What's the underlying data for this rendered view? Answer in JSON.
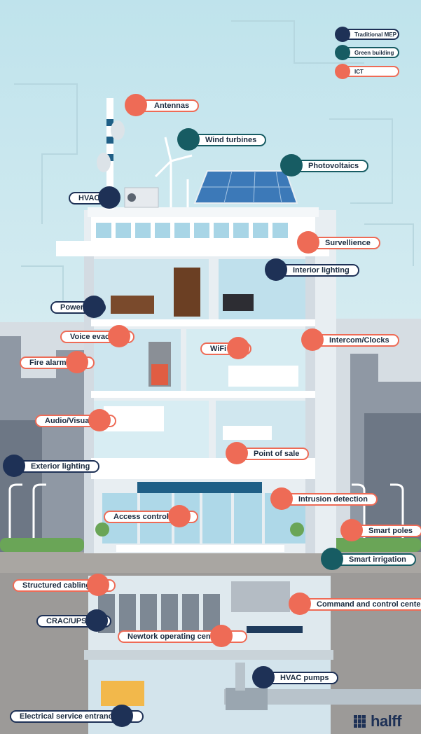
{
  "legend": [
    {
      "label": "Traditional MEP",
      "category": "mep"
    },
    {
      "label": "Green building",
      "category": "green"
    },
    {
      "label": "ICT",
      "category": "ict"
    }
  ],
  "colors": {
    "mep": "#1e3156",
    "green": "#175c63",
    "ict": "#ee6b56",
    "sky": "#cde7ee"
  },
  "callouts": [
    {
      "id": "antennas",
      "label": "Antennas",
      "category": "ict"
    },
    {
      "id": "wind-turbines",
      "label": "Wind turbines",
      "category": "green"
    },
    {
      "id": "photovoltaics",
      "label": "Photovoltaics",
      "category": "green"
    },
    {
      "id": "hvac",
      "label": "HVAC",
      "category": "mep"
    },
    {
      "id": "survellience",
      "label": "Survellience",
      "category": "ict"
    },
    {
      "id": "interior-lighting",
      "label": "Interior lighting",
      "category": "mep"
    },
    {
      "id": "power",
      "label": "Power",
      "category": "mep"
    },
    {
      "id": "voice-evac",
      "label": "Voice evac",
      "category": "ict"
    },
    {
      "id": "wifi",
      "label": "WiFi",
      "category": "ict"
    },
    {
      "id": "intercom-clocks",
      "label": "Intercom/Clocks",
      "category": "ict"
    },
    {
      "id": "fire-alarm",
      "label": "Fire alarm",
      "category": "ict"
    },
    {
      "id": "audio-visual",
      "label": "Audio/Visual",
      "category": "ict"
    },
    {
      "id": "point-of-sale",
      "label": "Point of sale",
      "category": "ict"
    },
    {
      "id": "exterior-lighting",
      "label": "Exterior lighting",
      "category": "mep"
    },
    {
      "id": "intrusion-detection",
      "label": "Intrusion detection",
      "category": "ict"
    },
    {
      "id": "access-controls",
      "label": "Access controls",
      "category": "ict"
    },
    {
      "id": "smart-poles",
      "label": "Smart poles",
      "category": "ict"
    },
    {
      "id": "smart-irrigation",
      "label": "Smart irrigation",
      "category": "green"
    },
    {
      "id": "structured-cabling",
      "label": "Structured cabling",
      "category": "ict"
    },
    {
      "id": "command-control",
      "label": "Command and control center",
      "category": "ict"
    },
    {
      "id": "crac-ups",
      "label": "CRAC/UPS",
      "category": "mep"
    },
    {
      "id": "noc",
      "label": "Newtork operating center",
      "category": "ict"
    },
    {
      "id": "hvac-pumps",
      "label": "HVAC pumps",
      "category": "mep"
    },
    {
      "id": "electrical-service",
      "label": "Electrical service entrance",
      "category": "mep"
    }
  ],
  "brand": {
    "name": "halff"
  }
}
